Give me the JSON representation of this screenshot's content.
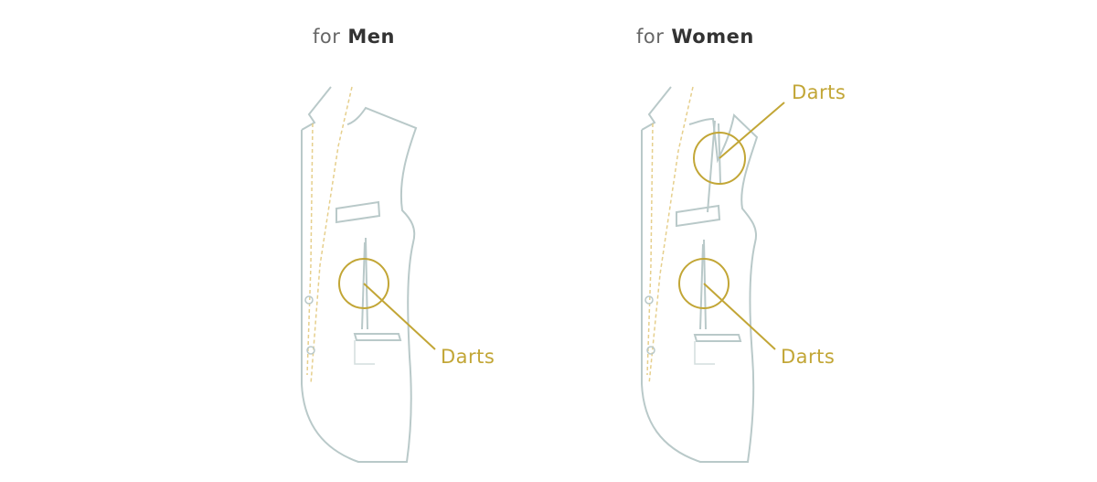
{
  "colors": {
    "outline": "#b9c9c9",
    "accent": "#c2a636",
    "dash": "#e6cf8c",
    "title_light": "#666666",
    "title_bold": "#333333"
  },
  "panels": {
    "men": {
      "title_prefix": "for",
      "title_bold": "Men",
      "labels": [
        "Darts"
      ]
    },
    "women": {
      "title_prefix": "for",
      "title_bold": "Women",
      "labels": [
        "Darts",
        "Darts"
      ]
    }
  }
}
